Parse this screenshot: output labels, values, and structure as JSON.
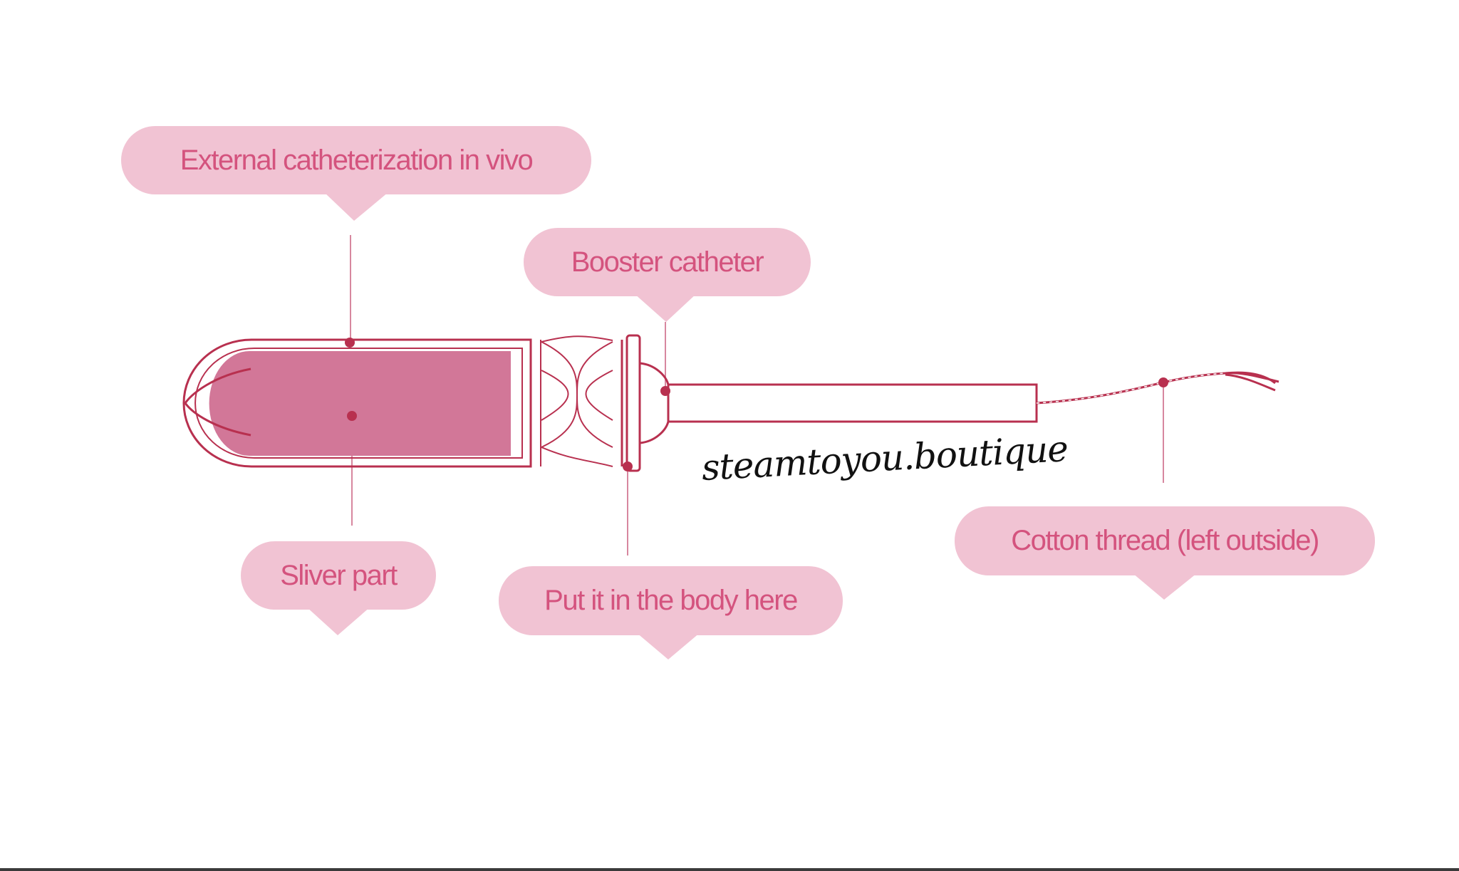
{
  "colors": {
    "callout_fill": "#f1c3d3",
    "callout_text": "#d4537e",
    "outline": "#b8304f",
    "leader": "#d7879f",
    "absorbent_fill": "#d27798",
    "watermark_text": "#111111"
  },
  "callouts": {
    "external": "External catheterization in vivo",
    "booster": "Booster catheter",
    "sliver": "Sliver part",
    "insert": "Put it in the body here",
    "thread": "Cotton thread (left outside)"
  },
  "watermark": "steamtoyou.boutique"
}
